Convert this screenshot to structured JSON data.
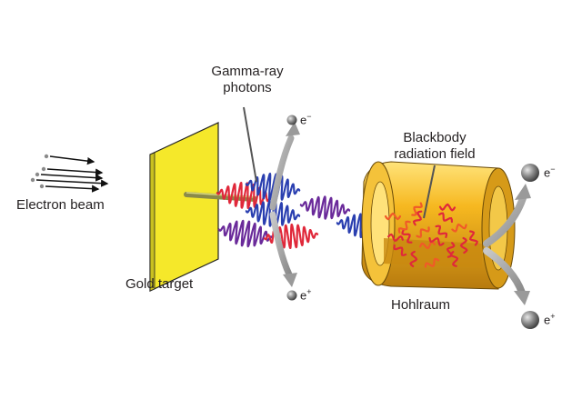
{
  "labels": {
    "electron_beam": "Electron beam",
    "gold_target": "Gold target",
    "gamma_line1": "Gamma-ray",
    "gamma_line2": "photons",
    "blackbody_line1": "Blackbody",
    "blackbody_line2": "radiation field",
    "hohlraum": "Hohlraum"
  },
  "particles": {
    "electron_symbol": "e",
    "electron_charge": "−",
    "positron_symbol": "e",
    "positron_charge": "+"
  },
  "colors": {
    "target_fill": "#f5e82a",
    "hohlraum_light": "#ffd84a",
    "hohlraum_dark": "#c88a12",
    "wave_red": "#e0283a",
    "wave_blue": "#2a3fb0",
    "wave_purple": "#6a2a9a",
    "arrow_gray": "#9a9a9a",
    "sphere_gray": "#555555"
  }
}
